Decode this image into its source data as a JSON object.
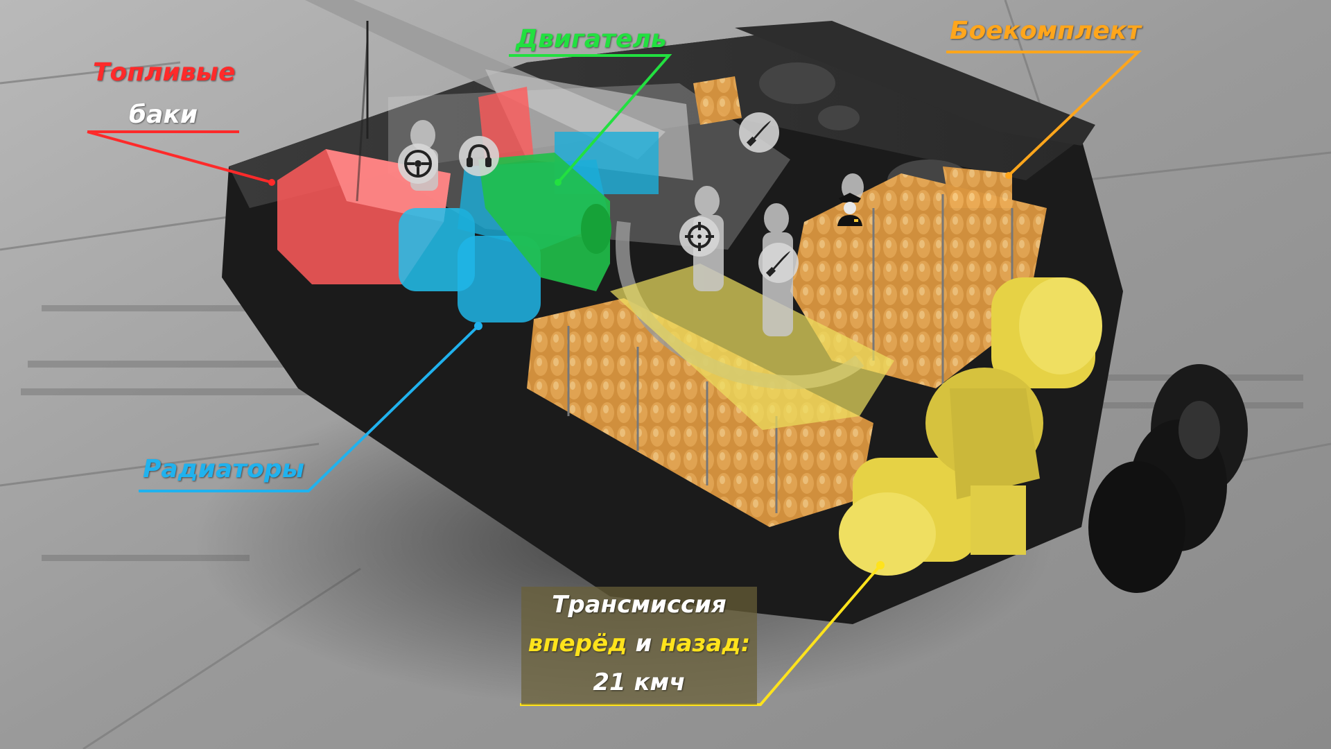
{
  "labels": {
    "fuel_tanks_line1": "Топливые",
    "fuel_tanks_line2": "баки",
    "engine": "Двигатель",
    "ammo": "Боекомплект",
    "radiators": "Радиаторы",
    "transmission": {
      "line1": "Трансмиссия",
      "line2_a": "вперёд",
      "line2_b": " и ",
      "line2_c": "назад",
      "line2_d": ":",
      "line3": "21 кмч"
    }
  },
  "colors": {
    "fuel": "#ff2a2a",
    "engine": "#22e040",
    "ammo": "#ffa61c",
    "radiators": "#20b2ee",
    "transmission": "#ffe31c"
  },
  "crew_icons": [
    "steering-wheel-icon",
    "headphones-icon",
    "shell-icon",
    "crosshair-icon",
    "shell-icon",
    "commander-icon"
  ]
}
